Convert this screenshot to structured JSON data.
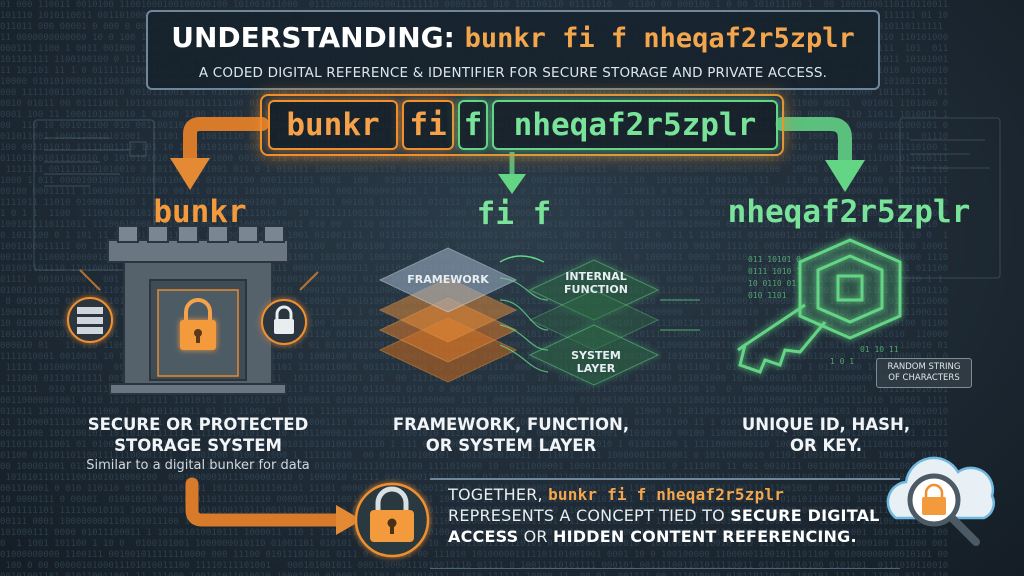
{
  "header": {
    "title_prefix": "UNDERSTANDING:",
    "title_code": "bunkr fi f nheqaf2r5zplr",
    "subtitle": "A CODED DIGITAL REFERENCE & IDENTIFIER FOR SECURE STORAGE AND PRIVATE ACCESS."
  },
  "code_parts": [
    "bunkr",
    "fi",
    "f",
    "nheqaf2r5zplr"
  ],
  "columns": [
    {
      "title": "bunkr",
      "description_lines": [
        "SECURE OR PROTECTED",
        "STORAGE SYSTEM"
      ],
      "note": "Similar to a digital bunker for data",
      "icon": "fortress-lock-icon",
      "color": "#f39a3c"
    },
    {
      "title": "fi f",
      "description_lines": [
        "FRAMEWORK, FUNCTION,",
        "OR SYSTEM LAYER"
      ],
      "layers": {
        "framework": "FRAMEWORK",
        "internal_function": [
          "INTERNAL",
          "FUNCTION"
        ],
        "system_layer": [
          "SYSTEM",
          "LAYER"
        ]
      },
      "icon": "stacked-layers-icon",
      "color": "#63d585"
    },
    {
      "title": "nheqaf2r5zplr",
      "description_lines": [
        "UNIQUE ID, HASH,",
        "OR KEY."
      ],
      "tag_lines": [
        "RANDOM STRING",
        "OF CHARACTERS"
      ],
      "icon": "digital-key-icon",
      "color": "#63d585"
    }
  ],
  "summary": {
    "prefix": "TOGETHER,",
    "code": "bunkr fi f nheqaf2r5zplr",
    "line2_text": "REPRESENTS A CONCEPT TIED TO",
    "line2_strong": "SECURE DIGITAL",
    "line3_strong": "ACCESS",
    "line3_text": "OR",
    "line3_strong2": "HIDDEN CONTENT REFERENCING."
  },
  "icons": [
    "server-icon",
    "padlock-icon",
    "cloud-lock-icon",
    "magnifier-icon",
    "lock-icon"
  ],
  "colors": {
    "accent_orange": "#f08f2d",
    "accent_green": "#63d585",
    "background": "#1f2b36"
  }
}
